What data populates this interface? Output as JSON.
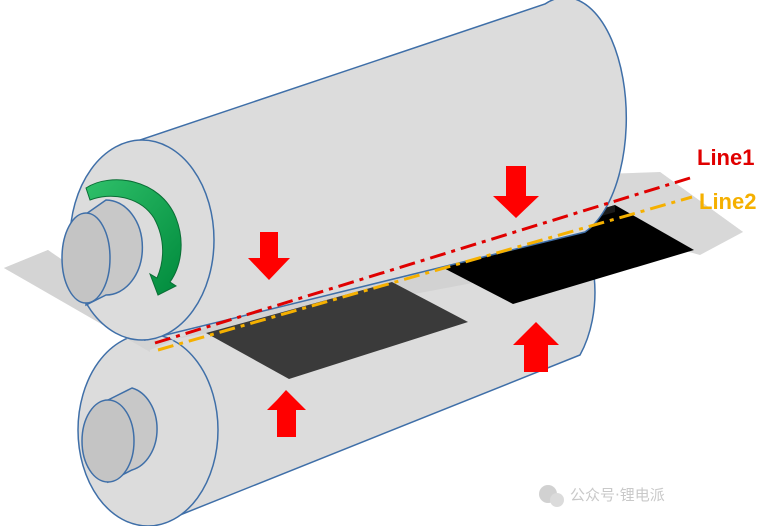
{
  "labels": {
    "line1": "Line1",
    "line2": "Line2"
  },
  "watermark": {
    "text": "公众号·锂电派"
  },
  "colors": {
    "line1": "#e00000",
    "line2": "#f5b000",
    "arrow": "#ff0000",
    "rotation_arrow": "#00a04a",
    "roller_fill": "#dcdcdc",
    "roller_stroke": "#3f6fa8",
    "sheet": "#d4d4d4",
    "coating_front": "#3a3a3a",
    "coating_back": "#000000"
  }
}
